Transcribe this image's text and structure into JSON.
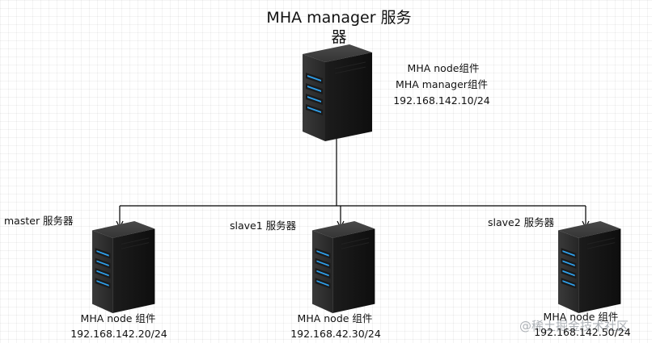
{
  "title": {
    "line1": "MHA manager 服务",
    "line2": "器"
  },
  "manager": {
    "line1": "MHA node组件",
    "line2": "MHA manager组件",
    "ip": "192.168.142.10/24"
  },
  "master": {
    "label": "master 服务器",
    "comp": "MHA node 组件",
    "ip": "192.168.142.20/24"
  },
  "slave1": {
    "label": "slave1 服务器",
    "comp": "MHA node 组件",
    "ip": "192.168.42.30/24"
  },
  "slave2": {
    "label": "slave2 服务器",
    "comp": "MHA node 组件",
    "ip": "192.168.142.50/24"
  },
  "watermark": "@稀土掘金技术社区",
  "colors": {
    "server_body": "#2b2b2b",
    "led": "#2f9ee8",
    "line": "#000000"
  }
}
